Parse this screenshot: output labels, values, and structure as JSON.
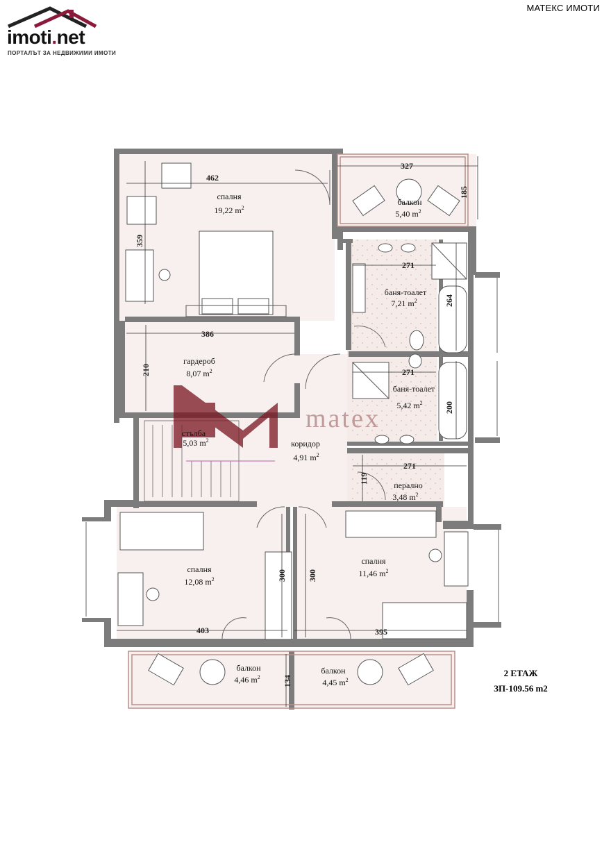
{
  "header": {
    "logo_text_main": "imoti",
    "logo_text_dot": ".",
    "logo_text_net": "net",
    "logo_tagline": "ПОРТАЛЪТ ЗА НЕДВИЖИМИ ИМОТИ",
    "agency": "МАТЕКС ИМОТИ"
  },
  "watermark": {
    "text": "matex"
  },
  "floor": {
    "label": "2 ЕТАЖ",
    "area": "ЗП-109.56 m2"
  },
  "rooms": [
    {
      "id": "bedroom-1",
      "name": "спалня",
      "area": "19,22 m",
      "sup": "2"
    },
    {
      "id": "balcony-top",
      "name": "балкон",
      "area": "5,40 m",
      "sup": "2"
    },
    {
      "id": "bathroom-1",
      "name": "баня-тоалет",
      "area": "7,21 m",
      "sup": "2"
    },
    {
      "id": "wardrobe",
      "name": "гардероб",
      "area": "8,07 m",
      "sup": "2"
    },
    {
      "id": "bathroom-2",
      "name": "баня-тоалет",
      "area": "5,42 m",
      "sup": "2"
    },
    {
      "id": "stairs",
      "name": "стълба",
      "area": "5,03 m",
      "sup": "2"
    },
    {
      "id": "corridor",
      "name": "коридор",
      "area": "4,91 m",
      "sup": "2"
    },
    {
      "id": "laundry",
      "name": "перално",
      "area": "3,48 m",
      "sup": "2"
    },
    {
      "id": "bedroom-2",
      "name": "спалня",
      "area": "12,08 m",
      "sup": "2"
    },
    {
      "id": "bedroom-3",
      "name": "спалня",
      "area": "11,46 m",
      "sup": "2"
    },
    {
      "id": "balcony-left",
      "name": "балкон",
      "area": "4,46 m",
      "sup": "2"
    },
    {
      "id": "balcony-right",
      "name": "балкон",
      "area": "4,45 m",
      "sup": "2"
    }
  ],
  "dimensions": [
    "462",
    "327",
    "185",
    "359",
    "271",
    "264",
    "386",
    "210",
    "271",
    "200",
    "271",
    "119",
    "300",
    "300",
    "403",
    "395",
    "134"
  ]
}
